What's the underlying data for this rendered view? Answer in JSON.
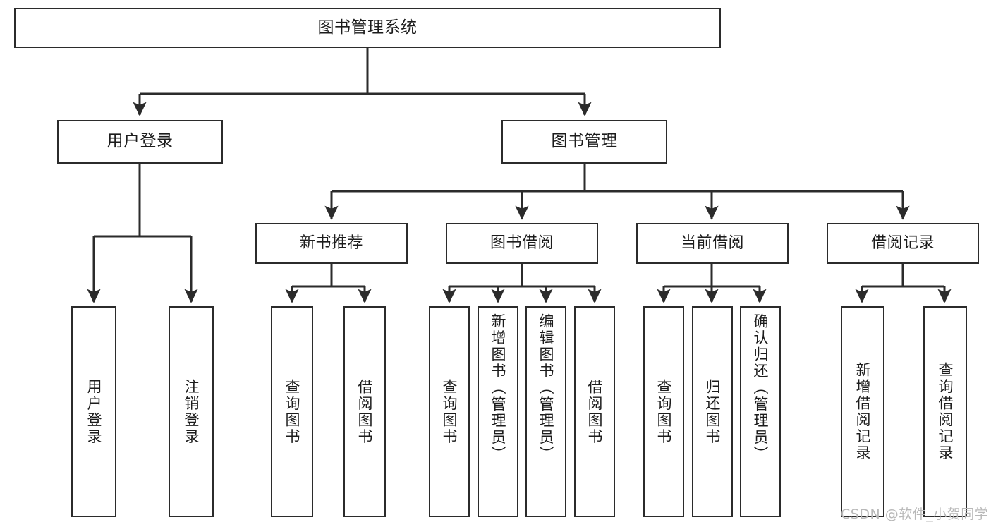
{
  "diagram": {
    "title": "图书管理系统",
    "type": "tree-hierarchy-diagram",
    "watermark": "CSDN @软件_小贺同学",
    "colors": {
      "box_border": "#2b2b2b",
      "box_fill": "#ffffff",
      "connector": "#2b2b2b",
      "text": "#1c1c1c",
      "watermark": "#b8b8b8",
      "background": "#ffffff"
    },
    "root": {
      "label": "图书管理系统"
    },
    "level2": [
      {
        "id": "user-login",
        "label": "用户登录"
      },
      {
        "id": "book-manage",
        "label": "图书管理"
      }
    ],
    "level3": [
      {
        "id": "new-book-recommend",
        "label": "新书推荐"
      },
      {
        "id": "book-borrow",
        "label": "图书借阅"
      },
      {
        "id": "current-borrow",
        "label": "当前借阅"
      },
      {
        "id": "borrow-record",
        "label": "借阅记录"
      }
    ],
    "leaves": {
      "user-login": [
        {
          "id": "leaf-user-login",
          "label": "用户登录"
        },
        {
          "id": "leaf-logout",
          "label": "注销登录"
        }
      ],
      "new-book-recommend": [
        {
          "id": "leaf-query-book-1",
          "label": "查询图书"
        },
        {
          "id": "leaf-borrow-book-1",
          "label": "借阅图书"
        }
      ],
      "book-borrow": [
        {
          "id": "leaf-query-book-2",
          "label": "查询图书"
        },
        {
          "id": "leaf-add-book",
          "label": "新增图书（管理员）"
        },
        {
          "id": "leaf-edit-book",
          "label": "编辑图书（管理员）"
        },
        {
          "id": "leaf-borrow-book-2",
          "label": "借阅图书"
        }
      ],
      "current-borrow": [
        {
          "id": "leaf-query-book-3",
          "label": "查询图书"
        },
        {
          "id": "leaf-return-book",
          "label": "归还图书"
        },
        {
          "id": "leaf-confirm-return",
          "label": "确认归还（管理员）"
        }
      ],
      "borrow-record": [
        {
          "id": "leaf-add-record",
          "label": "新增借阅记录"
        },
        {
          "id": "leaf-query-record",
          "label": "查询借阅记录"
        }
      ]
    }
  }
}
